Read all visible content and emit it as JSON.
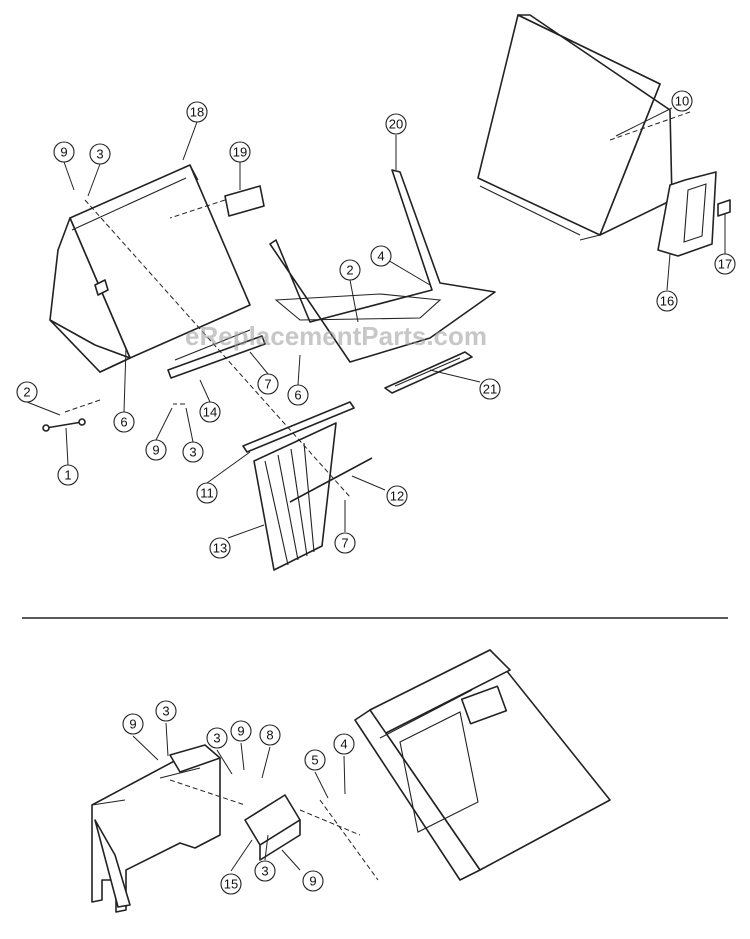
{
  "watermark": "eReplacementParts.com",
  "callouts": {
    "c1": "1",
    "c2a": "2",
    "c2b": "2",
    "c3a": "3",
    "c3b": "3",
    "c3c": "3",
    "c3d": "3",
    "c3e": "3",
    "c4a": "4",
    "c4b": "4",
    "c5": "5",
    "c6a": "6",
    "c6b": "6",
    "c7a": "7",
    "c7b": "7",
    "c8": "8",
    "c9a": "9",
    "c9b": "9",
    "c9c": "9",
    "c9d": "9",
    "c9e": "9",
    "c10": "10",
    "c11": "11",
    "c12": "12",
    "c13": "13",
    "c14": "14",
    "c15": "15",
    "c16": "16",
    "c17": "17",
    "c18": "18",
    "c19": "19",
    "c20": "20",
    "c21": "21"
  }
}
